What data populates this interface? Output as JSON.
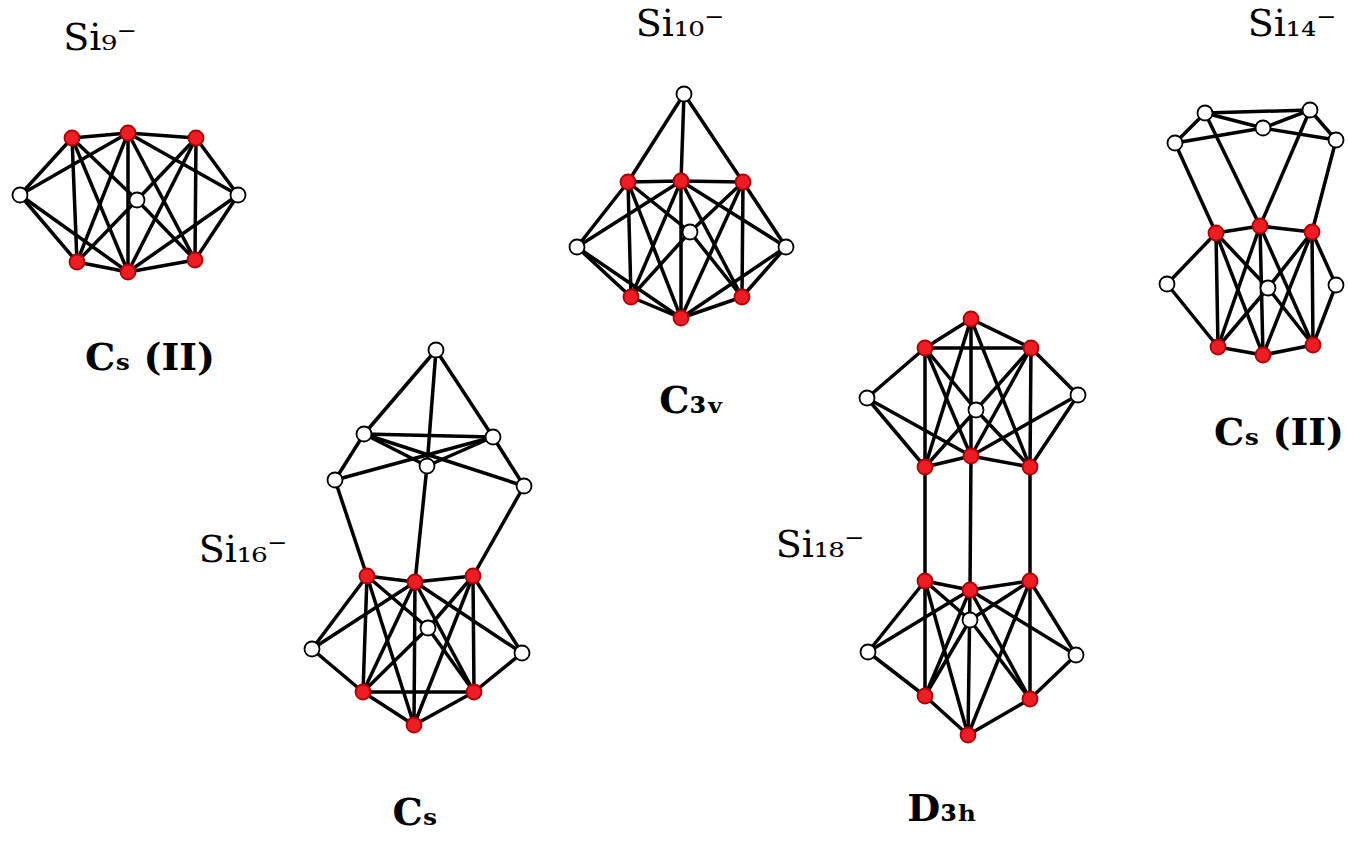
{
  "diagram": {
    "labels": [
      "Si₉⁻",
      "Si₁₀⁻",
      "Si₁₄⁻",
      "Cₛ (II)",
      "C₃ᵥ",
      "Cₛ (II)",
      "Si₁₆⁻",
      "Si₁₈⁻",
      "Cₛ",
      "D₃ₕ"
    ]
  }
}
